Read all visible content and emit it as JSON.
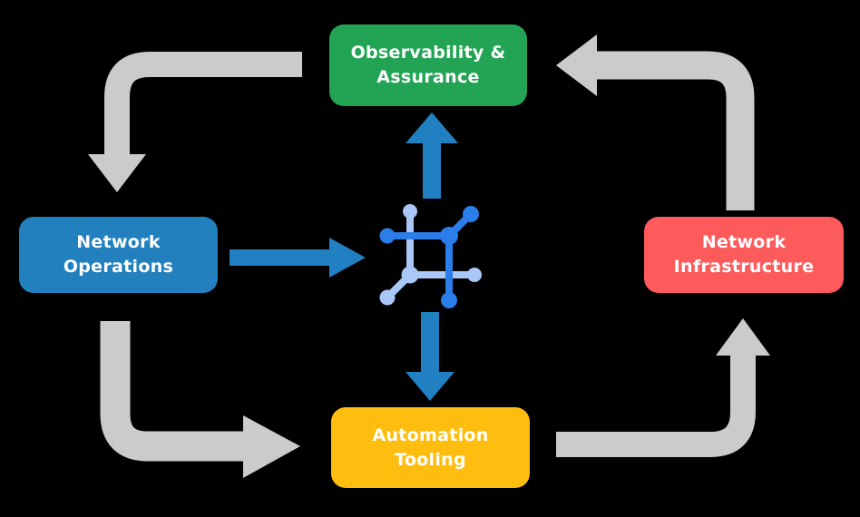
{
  "diagram": {
    "type": "cycle-flow",
    "center_icon": "network-mesh-icon",
    "nodes": [
      {
        "id": "observability",
        "label": "Observability &\nAssurance",
        "color": "#23A455"
      },
      {
        "id": "operations",
        "label": "Network\nOperations",
        "color": "#2280BE"
      },
      {
        "id": "infrastructure",
        "label": "Network\nInfrastructure",
        "color": "#FD5A5C"
      },
      {
        "id": "automation",
        "label": "Automation\nTooling",
        "color": "#FFBE0F"
      }
    ],
    "gray_flow": [
      "Observability & Assurance -> Network Operations",
      "Network Operations -> Automation Tooling",
      "Automation Tooling -> Network Infrastructure",
      "Network Infrastructure -> Observability & Assurance"
    ],
    "blue_flow": [
      "Network Operations -> center icon",
      "center icon -> Observability & Assurance",
      "center icon -> Automation Tooling"
    ]
  },
  "colors": {
    "background": "#000000",
    "text": "#FFFFFF",
    "arrow_gray": "#CBCBCB",
    "arrow_blue": "#2180C2",
    "icon_dark": "#2B7DE9",
    "icon_light": "#A9C8F7"
  }
}
